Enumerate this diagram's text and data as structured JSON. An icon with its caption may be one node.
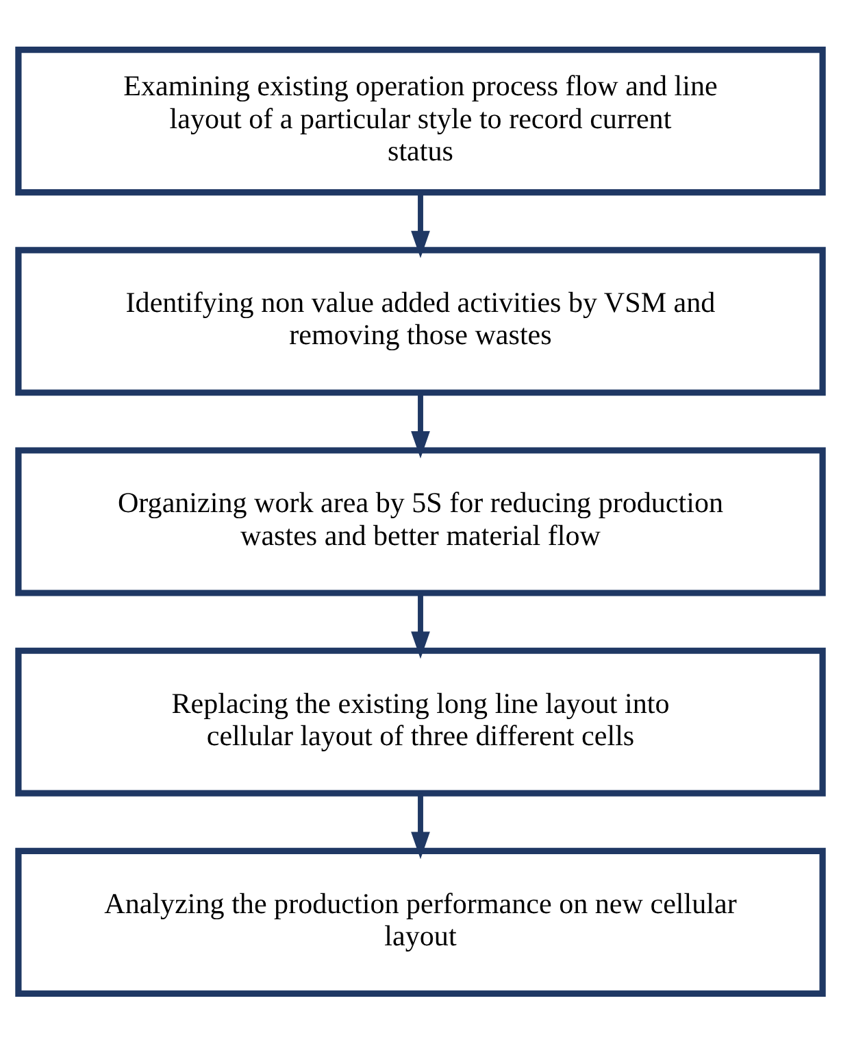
{
  "diagram": {
    "nodes": [
      {
        "text": [
          "Examining existing operation process flow and line layout of a particular style to record current status"
        ]
      },
      {
        "text": [
          "Identifying non value added activities by VSM and removing those wastes"
        ]
      },
      {
        "text": [
          "Organizing work area by 5S for reducing production wastes and better material flow"
        ]
      },
      {
        "text": [
          "Replacing the existing long line layout into cellular layout of three different cells"
        ]
      },
      {
        "text": [
          "Analyzing the production performance on new cellular layout"
        ]
      }
    ],
    "edges": [
      {
        "from": 0,
        "to": 1,
        "arrow": "to"
      },
      {
        "from": 1,
        "to": 2,
        "arrow": "to"
      },
      {
        "from": 2,
        "to": 3,
        "arrow": "to"
      },
      {
        "from": 3,
        "to": 4,
        "arrow": "to"
      }
    ]
  }
}
